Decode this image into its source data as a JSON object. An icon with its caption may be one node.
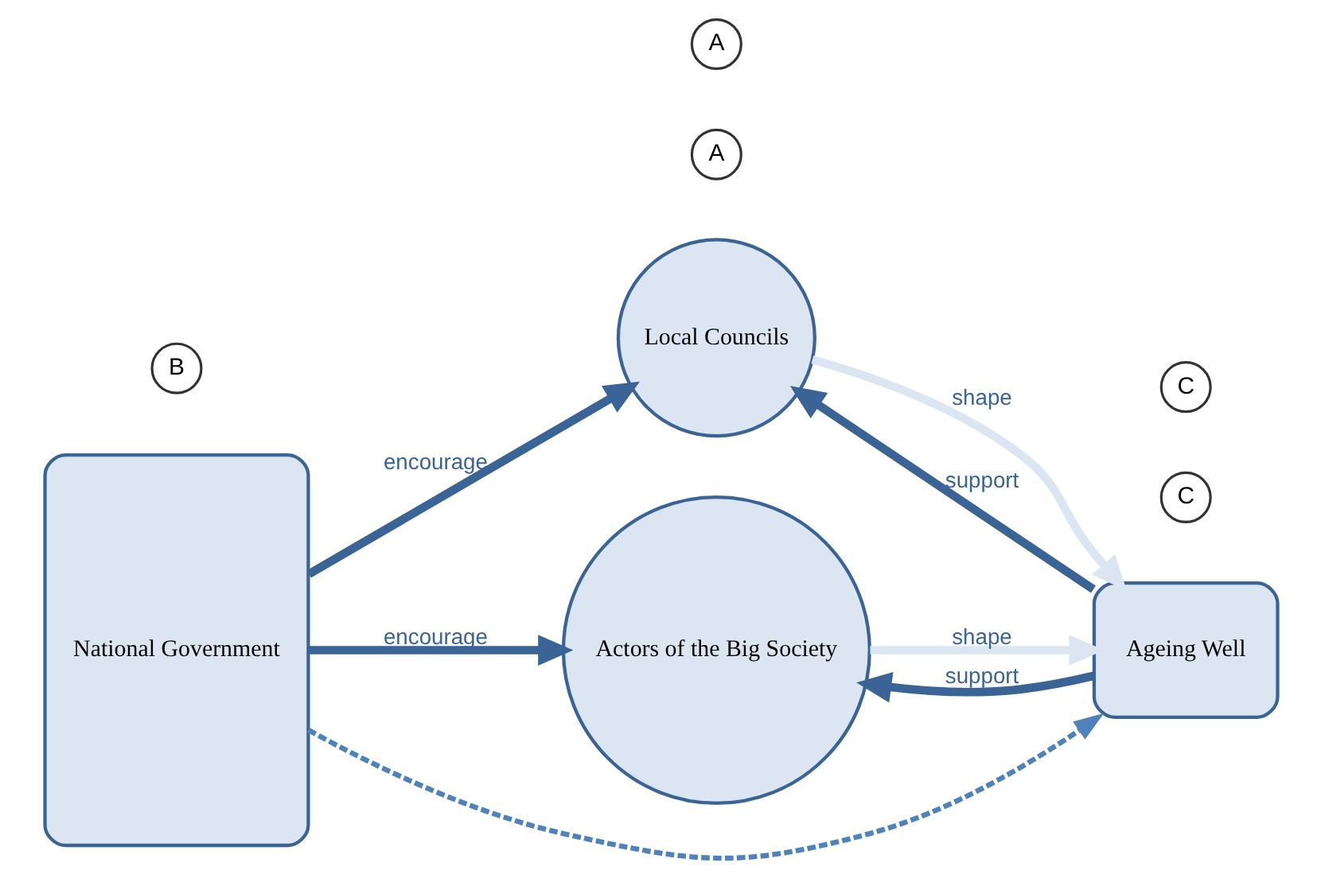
{
  "diagram": {
    "nodes": [
      {
        "text": [
          "National Government"
        ]
      },
      {
        "text": [
          "Local Councils"
        ]
      },
      {
        "text": [
          "Actors of the Big Society"
        ]
      },
      {
        "text": [
          "Ageing Well"
        ]
      },
      {
        "text": [
          "A"
        ]
      },
      {
        "text": [
          "C"
        ]
      },
      {
        "text": [
          "B"
        ]
      },
      {
        "text": [
          "A"
        ]
      },
      {
        "text": [
          "C"
        ]
      }
    ],
    "edges": [
      {
        "from": 0,
        "to": 1,
        "arrow": "to",
        "label": "encourage"
      },
      {
        "from": 3,
        "to": 1,
        "arrow": "to",
        "label": "support"
      },
      {
        "from": 1,
        "to": 3,
        "arrow": "to",
        "label": "shape",
        "color": "#dce6f2"
      },
      {
        "from": 0,
        "to": 3,
        "arrow": "to",
        "style": "dashed",
        "color": "#4f81bd"
      },
      {
        "from": 2,
        "to": 3,
        "arrow": "to",
        "label": "shape",
        "color": "#dce6f2"
      },
      {
        "from": 0,
        "to": 2,
        "arrow": "to",
        "label": "encourage"
      },
      {
        "from": 3,
        "to": 2,
        "arrow": "to",
        "label": "support"
      }
    ]
  }
}
